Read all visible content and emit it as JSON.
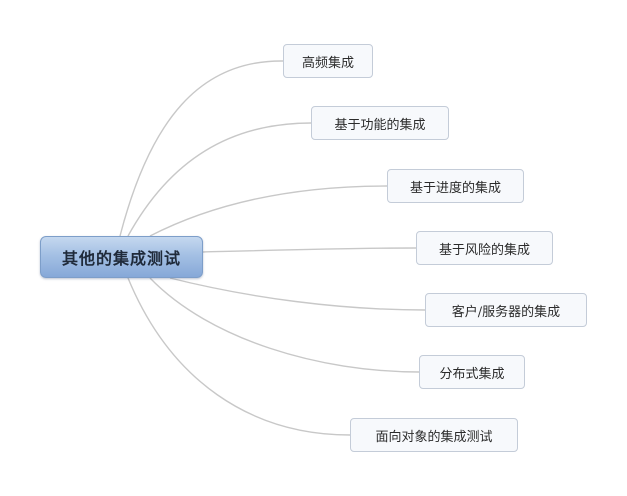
{
  "mindmap": {
    "root": {
      "label": "其他的集成测试"
    },
    "children": [
      {
        "label": "高频集成"
      },
      {
        "label": "基于功能的集成"
      },
      {
        "label": "基于进度的集成"
      },
      {
        "label": "基于风险的集成"
      },
      {
        "label": "客户/服务器的集成"
      },
      {
        "label": "分布式集成"
      },
      {
        "label": "面向对象的集成测试"
      }
    ]
  },
  "colors": {
    "connector": "#c8c8c8",
    "root_fill": "#a4c0e4",
    "root_border": "#7d9ec9",
    "child_fill": "#f7f9fc",
    "child_border": "#c4ccd8"
  }
}
